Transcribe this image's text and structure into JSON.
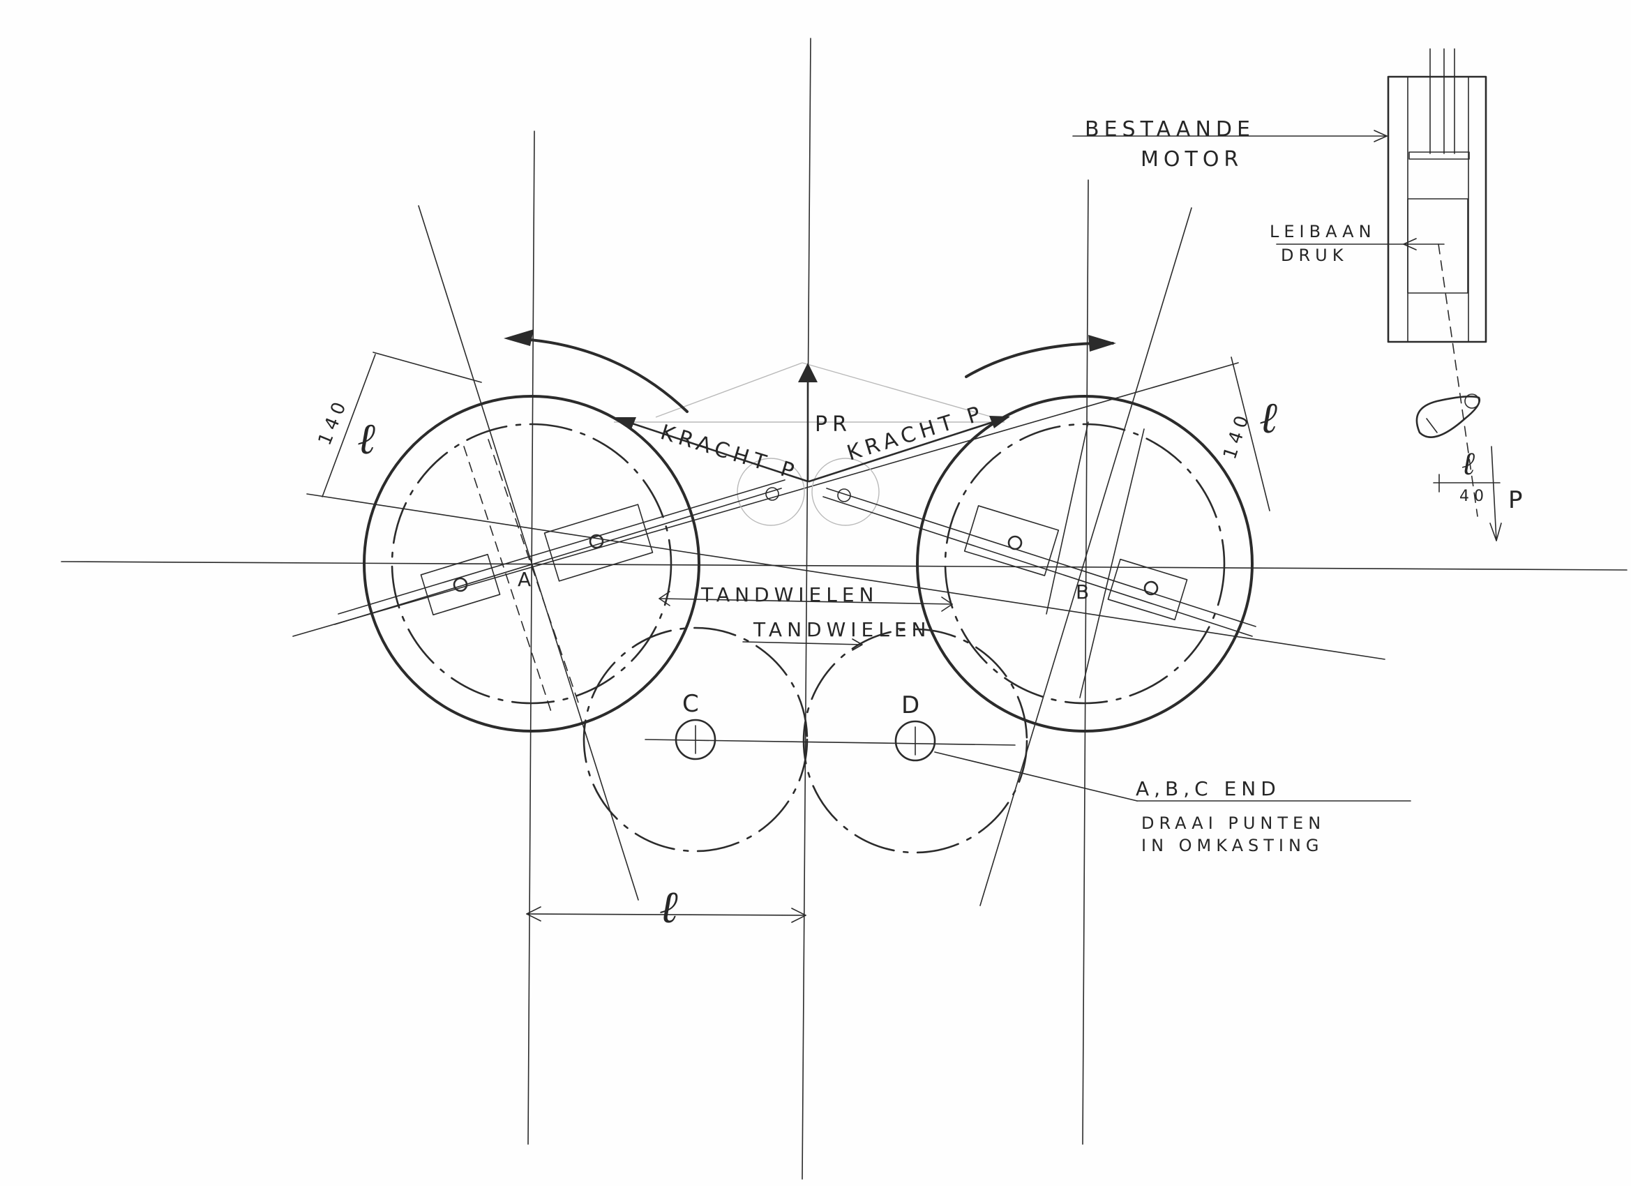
{
  "labels": {
    "existing_motor_line1": "BESTAANDE",
    "existing_motor_line2": "MOTOR",
    "guide_pressure_line1": "LEIBAAN",
    "guide_pressure_line2": "DRUK",
    "force_left": "KRACHT P",
    "force_right": "KRACHT P",
    "resultant_force": "PR",
    "gears_upper": "TANDWIELEN",
    "gears_lower": "TANDWIELEN",
    "pivot_a": "A",
    "pivot_b": "B",
    "pivot_c": "C",
    "pivot_d": "D",
    "pivots_note_line1": "A,B,C END",
    "pivots_note_line2": "DRAAI PUNTEN",
    "pivots_note_line3": "IN OMKASTING",
    "length_symbol": "ℓ",
    "dim_140_left": "140",
    "dim_140_right": "140",
    "dim_40": "40",
    "force_p": "P"
  }
}
